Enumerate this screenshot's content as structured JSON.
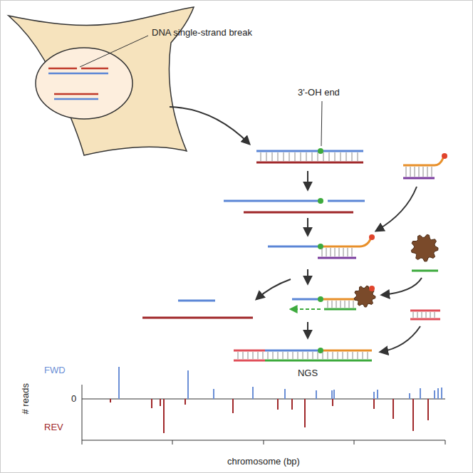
{
  "diagram": {
    "labels": [
      "DNA single-strand break",
      "3'-OH end",
      "NGS",
      "FWD",
      "REV",
      "# reads",
      "chromosome (bp)",
      "0"
    ]
  }
}
